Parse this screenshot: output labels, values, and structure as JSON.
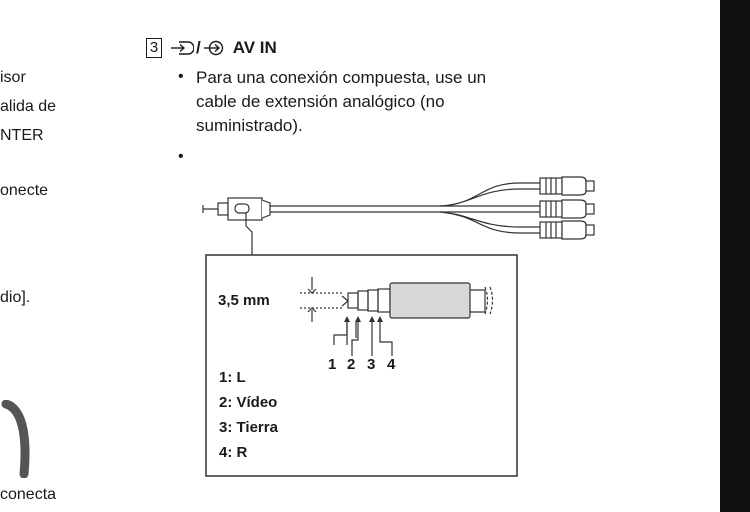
{
  "left_column": {
    "fragments": [
      "isor",
      "alida de",
      "NTER",
      "onecte",
      "dio].",
      "conecta"
    ]
  },
  "section": {
    "number": "3",
    "icons": [
      "input-arrow-icon",
      "output-arrow-icon"
    ],
    "separator": "/",
    "title": "AV IN"
  },
  "bullets": [
    {
      "marker": "•",
      "lines": [
        "Para una conexión compuesta, use un",
        "cable de extensión analógico (no",
        "suministrado)."
      ]
    },
    {
      "marker": "•",
      "lines": []
    }
  ],
  "diagram": {
    "jack_size": "3,5 mm",
    "pin_numbers": [
      "1",
      "2",
      "3",
      "4"
    ],
    "pin_legend": [
      "1: L",
      "2: Vídeo",
      "3: Tierra",
      "4: R"
    ]
  }
}
